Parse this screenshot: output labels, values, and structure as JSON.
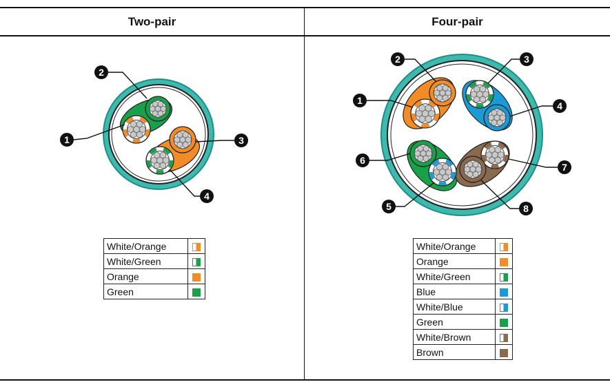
{
  "columns": [
    {
      "heading": "Two-pair"
    },
    {
      "heading": "Four-pair"
    }
  ],
  "two_pair": {
    "callouts": [
      "1",
      "2",
      "3",
      "4"
    ],
    "legend": [
      {
        "label": "White/Orange",
        "color": "#f28c28",
        "striped": true
      },
      {
        "label": "White/Green",
        "color": "#1aa04a",
        "striped": true
      },
      {
        "label": "Orange",
        "color": "#f28c28",
        "striped": false
      },
      {
        "label": "Green",
        "color": "#1aa04a",
        "striped": false
      }
    ]
  },
  "four_pair": {
    "callouts": [
      "1",
      "2",
      "3",
      "4",
      "5",
      "6",
      "7",
      "8"
    ],
    "legend": [
      {
        "label": "White/Orange",
        "color": "#f28c28",
        "striped": true
      },
      {
        "label": "Orange",
        "color": "#f28c28",
        "striped": false
      },
      {
        "label": "White/Green",
        "color": "#1aa04a",
        "striped": true
      },
      {
        "label": "Blue",
        "color": "#1b9ad6",
        "striped": false
      },
      {
        "label": "White/Blue",
        "color": "#1b9ad6",
        "striped": true
      },
      {
        "label": "Green",
        "color": "#1aa04a",
        "striped": false
      },
      {
        "label": "White/Brown",
        "color": "#8a6a4e",
        "striped": true
      },
      {
        "label": "Brown",
        "color": "#8a6a4e",
        "striped": false
      }
    ]
  },
  "colors": {
    "jacket": "#3fb8ad",
    "jacket_dark": "#1d8f86",
    "orange": "#f28c28",
    "green": "#1aa04a",
    "blue": "#1b9ad6",
    "brown": "#8a6a4e",
    "strand": "#c9c9c9",
    "rules": "#111111"
  }
}
